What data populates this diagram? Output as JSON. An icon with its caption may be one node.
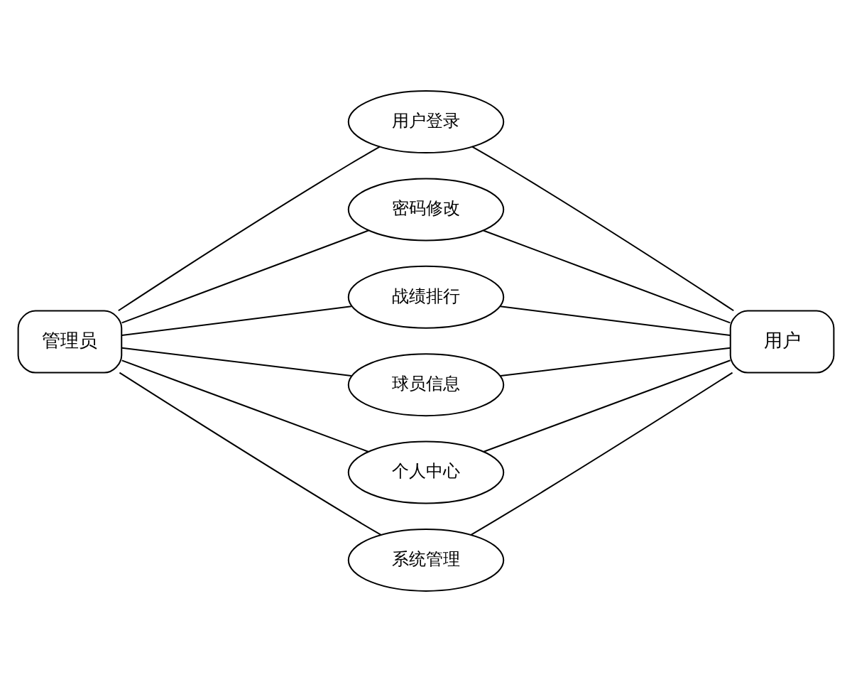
{
  "diagram": {
    "nodes": [
      {
        "text": [
          "管理员"
        ]
      },
      {
        "text": [
          "用户登录"
        ]
      },
      {
        "text": [
          "密码修改"
        ]
      },
      {
        "text": [
          "战绩排行"
        ]
      },
      {
        "text": [
          "球员信息"
        ]
      },
      {
        "text": [
          "个人中心"
        ]
      },
      {
        "text": [
          "系统管理"
        ]
      },
      {
        "text": [
          "用户"
        ]
      }
    ],
    "edges": [
      {
        "from": 0,
        "to": 1,
        "arrow": "none"
      },
      {
        "from": 0,
        "to": 2,
        "arrow": "none"
      },
      {
        "from": 0,
        "to": 3,
        "arrow": "none"
      },
      {
        "from": 0,
        "to": 4,
        "arrow": "none"
      },
      {
        "from": 0,
        "to": 5,
        "arrow": "none"
      },
      {
        "from": 0,
        "to": 6,
        "arrow": "none"
      },
      {
        "from": 1,
        "to": 7,
        "arrow": "none"
      },
      {
        "from": 2,
        "to": 7,
        "arrow": "none"
      },
      {
        "from": 3,
        "to": 7,
        "arrow": "none"
      },
      {
        "from": 4,
        "to": 7,
        "arrow": "none"
      },
      {
        "from": 5,
        "to": 7,
        "arrow": "none"
      },
      {
        "from": 6,
        "to": 7,
        "arrow": "none"
      }
    ]
  }
}
